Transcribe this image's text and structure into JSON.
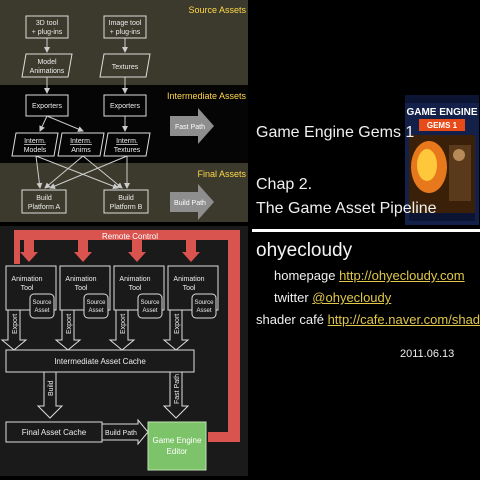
{
  "diagram_top": {
    "sections": {
      "source": "Source Assets",
      "intermediate": "Intermediate Assets",
      "final": "Final Assets"
    },
    "tool_3d": [
      "3D tool",
      "+ plug-ins"
    ],
    "tool_image": [
      "Image tool",
      "+ plug-ins"
    ],
    "model_animations": [
      "Model",
      "Animations"
    ],
    "textures": "Textures",
    "exporters": "Exporters",
    "interm_models": [
      "Interm.",
      "Models"
    ],
    "interm_anims": [
      "Interm.",
      "Anims"
    ],
    "interm_textures": [
      "Interm.",
      "Textures"
    ],
    "build_a": [
      "Build",
      "Platform A"
    ],
    "build_b": [
      "Build",
      "Platform B"
    ],
    "fast_path": "Fast Path",
    "build_path": "Build Path"
  },
  "diagram_bottom": {
    "remote_control": "Remote Control",
    "animation_tool": [
      "Animation",
      "Tool"
    ],
    "source_asset": [
      "Source",
      "Asset"
    ],
    "export": "Export",
    "intermediate_cache": "Intermediate Asset Cache",
    "build": "Build",
    "fast_path": "Fast Path",
    "final_cache": "Final Asset Cache",
    "build_path": "Build Path",
    "game_engine_editor": [
      "Game Engine",
      "Editor"
    ]
  },
  "book": {
    "title1": "GAME ENGINE",
    "title2": "GEMS 1"
  },
  "slide": {
    "title_line1": "Game Engine Gems 1",
    "title_line2": "Chap 2.",
    "title_line3": "The Game Asset Pipeline",
    "author": "ohyecloudy",
    "homepage_label": "homepage",
    "homepage_url": "http://ohyecloudy.com",
    "twitter_label": "twitter",
    "twitter_handle": "@ohyecloudy",
    "cafe_label": "shader café",
    "cafe_url": "http://cafe.naver.com/shader",
    "date": "2011.06.13"
  }
}
